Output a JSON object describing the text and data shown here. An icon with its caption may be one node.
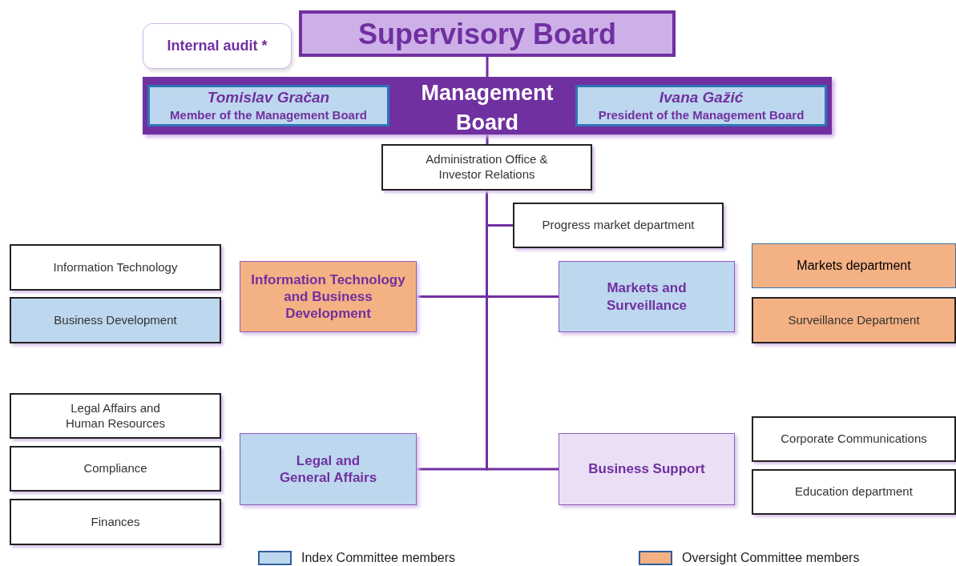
{
  "diagram": {
    "nodes": [
      {
        "text": [
          "Supervisory Board"
        ]
      },
      {
        "text": [
          "Internal audit *"
        ]
      },
      {
        "text": [
          "Management Board"
        ]
      },
      {
        "text": [
          "Tomislav Gračan",
          "Member of the Management Board"
        ],
        "in": 2
      },
      {
        "text": [
          "Ivana Gažić",
          "President of the Management Board"
        ],
        "in": 2
      },
      {
        "text": [
          "Administration Office & Investor Relations"
        ]
      },
      {
        "text": [
          "Progress market department"
        ]
      },
      {
        "text": [
          "Information Technology and Business Development"
        ]
      },
      {
        "text": [
          "Markets and Surveillance"
        ]
      },
      {
        "text": [
          "Information Technology"
        ]
      },
      {
        "text": [
          "Business Development"
        ]
      },
      {
        "text": [
          "Markets department"
        ]
      },
      {
        "text": [
          "Surveillance Department"
        ]
      },
      {
        "text": [
          "Legal Affairs and Human Resources"
        ]
      },
      {
        "text": [
          "Compliance"
        ]
      },
      {
        "text": [
          "Finances"
        ]
      },
      {
        "text": [
          "Legal and General Affairs"
        ]
      },
      {
        "text": [
          "Business Support"
        ]
      },
      {
        "text": [
          "Corporate Communications"
        ]
      },
      {
        "text": [
          "Education department"
        ]
      }
    ],
    "edges": [
      {
        "from": 0,
        "to": 2,
        "arrow": "none"
      },
      {
        "from": 2,
        "to": 5,
        "arrow": "none"
      },
      {
        "from": 5,
        "to": 6,
        "arrow": "none"
      },
      {
        "from": 5,
        "to": 7,
        "arrow": "none"
      },
      {
        "from": 5,
        "to": 8,
        "arrow": "none"
      },
      {
        "from": 5,
        "to": 16,
        "arrow": "none"
      },
      {
        "from": 5,
        "to": 17,
        "arrow": "none"
      }
    ],
    "legend": [
      {
        "text": "Index Committee members",
        "color": "#bdd7ee"
      },
      {
        "text": "Oversight Committee members",
        "color": "#f4b183"
      }
    ]
  }
}
